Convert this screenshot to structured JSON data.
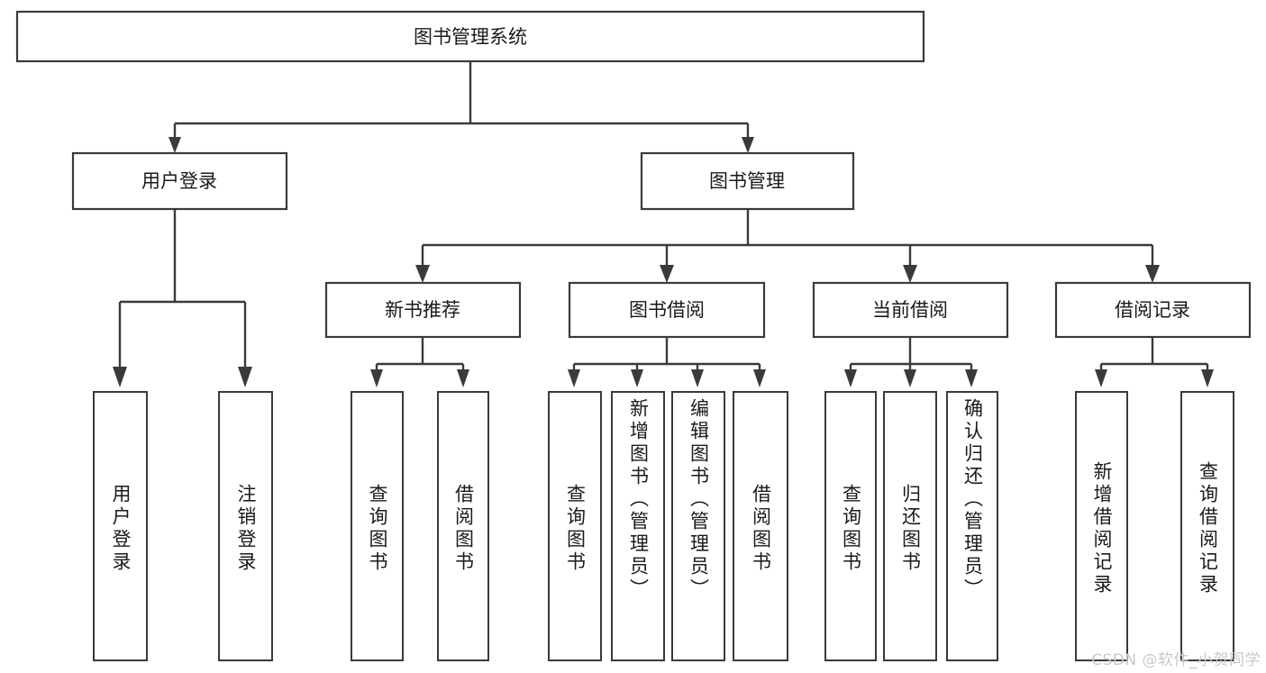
{
  "diagram": {
    "type": "tree",
    "title": "图书管理系统",
    "watermark": "CSDN @软件_小贺同学",
    "colors": {
      "stroke": "#3a3a3a",
      "fill": "#ffffff",
      "text": "#1a1a1a",
      "watermark": "#c9c9c9"
    },
    "root": {
      "label": "图书管理系统"
    },
    "level2": [
      {
        "label": "用户登录"
      },
      {
        "label": "图书管理"
      }
    ],
    "level3": [
      {
        "label": "新书推荐"
      },
      {
        "label": "图书借阅"
      },
      {
        "label": "当前借阅"
      },
      {
        "label": "借阅记录"
      }
    ],
    "leaves": {
      "user_login": [
        {
          "label": "用户登录"
        },
        {
          "label": "注销登录"
        }
      ],
      "new_book_recommend": [
        {
          "label": "查询图书"
        },
        {
          "label": "借阅图书"
        }
      ],
      "book_borrow": [
        {
          "label": "查询图书"
        },
        {
          "label": "新增图书（管理员）"
        },
        {
          "label": "编辑图书（管理员）"
        },
        {
          "label": "借阅图书"
        }
      ],
      "current_borrow": [
        {
          "label": "查询图书"
        },
        {
          "label": "归还图书"
        },
        {
          "label": "确认归还（管理员）"
        }
      ],
      "borrow_record": [
        {
          "label": "新增借阅记录"
        },
        {
          "label": "查询借阅记录"
        }
      ]
    }
  }
}
